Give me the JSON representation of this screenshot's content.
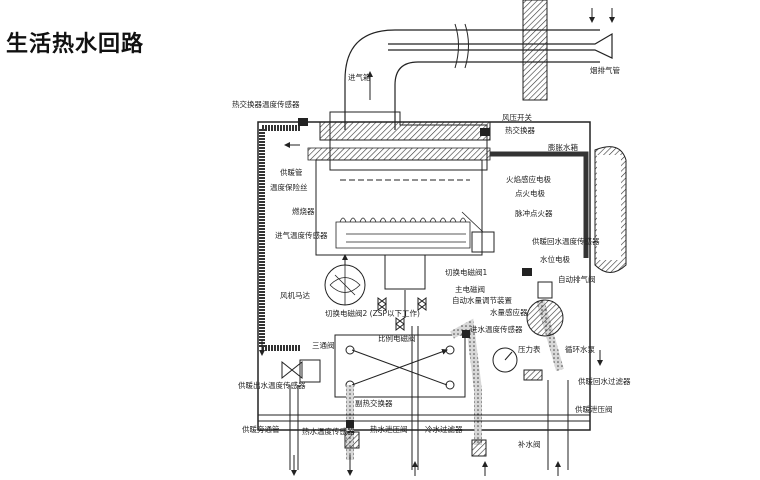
{
  "title": "生活热水回路",
  "labels": {
    "exhaust_outlet": "烟排气管",
    "flue_hood": "进气箱",
    "hx_temp_sensor": "热交换器温度传感器",
    "wind_pressure_switch": "风压开关",
    "heat_exchanger": "热交换器",
    "supply_pipe": "供暖管",
    "expansion_tank": "膨胀水箱",
    "overheat_fuse": "温度保险丝",
    "flame_detect_electrode": "火焰感应电极",
    "ignition_electrode": "点火电极",
    "pulse_igniter": "脉冲点火器",
    "burner": "燃烧器",
    "heating_return_sensor": "供暖回水温度传感器",
    "water_level_electrode": "水位电极",
    "inlet_air_sensor": "进气温度传感器",
    "switch_valve_1": "切换电磁阀1",
    "auto_vent": "自动排气阀",
    "fan_motor": "风机马达",
    "main_solenoid": "主电磁阀",
    "auto_water_regulator": "自动水量调节装置",
    "switch_valve_2": "切换电磁阀2 (ZSP以下工作)",
    "water_flow_sensor": "水量感应器",
    "proportional_valve": "比例电磁阀",
    "inlet_water_temp_sensor": "进水温度传感器",
    "three_way_valve": "三通阀",
    "pressure_gauge": "压力表",
    "circulation_pump": "循环水泵",
    "heating_outlet_sensor": "供暖出水温度传感器",
    "plate_hx": "副热交换器",
    "heating_return_filter": "供暖回水过滤器",
    "heating_safety_valve": "供暖泄压阀",
    "heating_bypass": "供暖旁通管",
    "hot_water_temp_sensor": "热水温度传感器",
    "hot_water_relief_valve": "热水泄压阀",
    "cold_water_filter": "冷水过滤器",
    "makeup_valve": "补水阀"
  }
}
